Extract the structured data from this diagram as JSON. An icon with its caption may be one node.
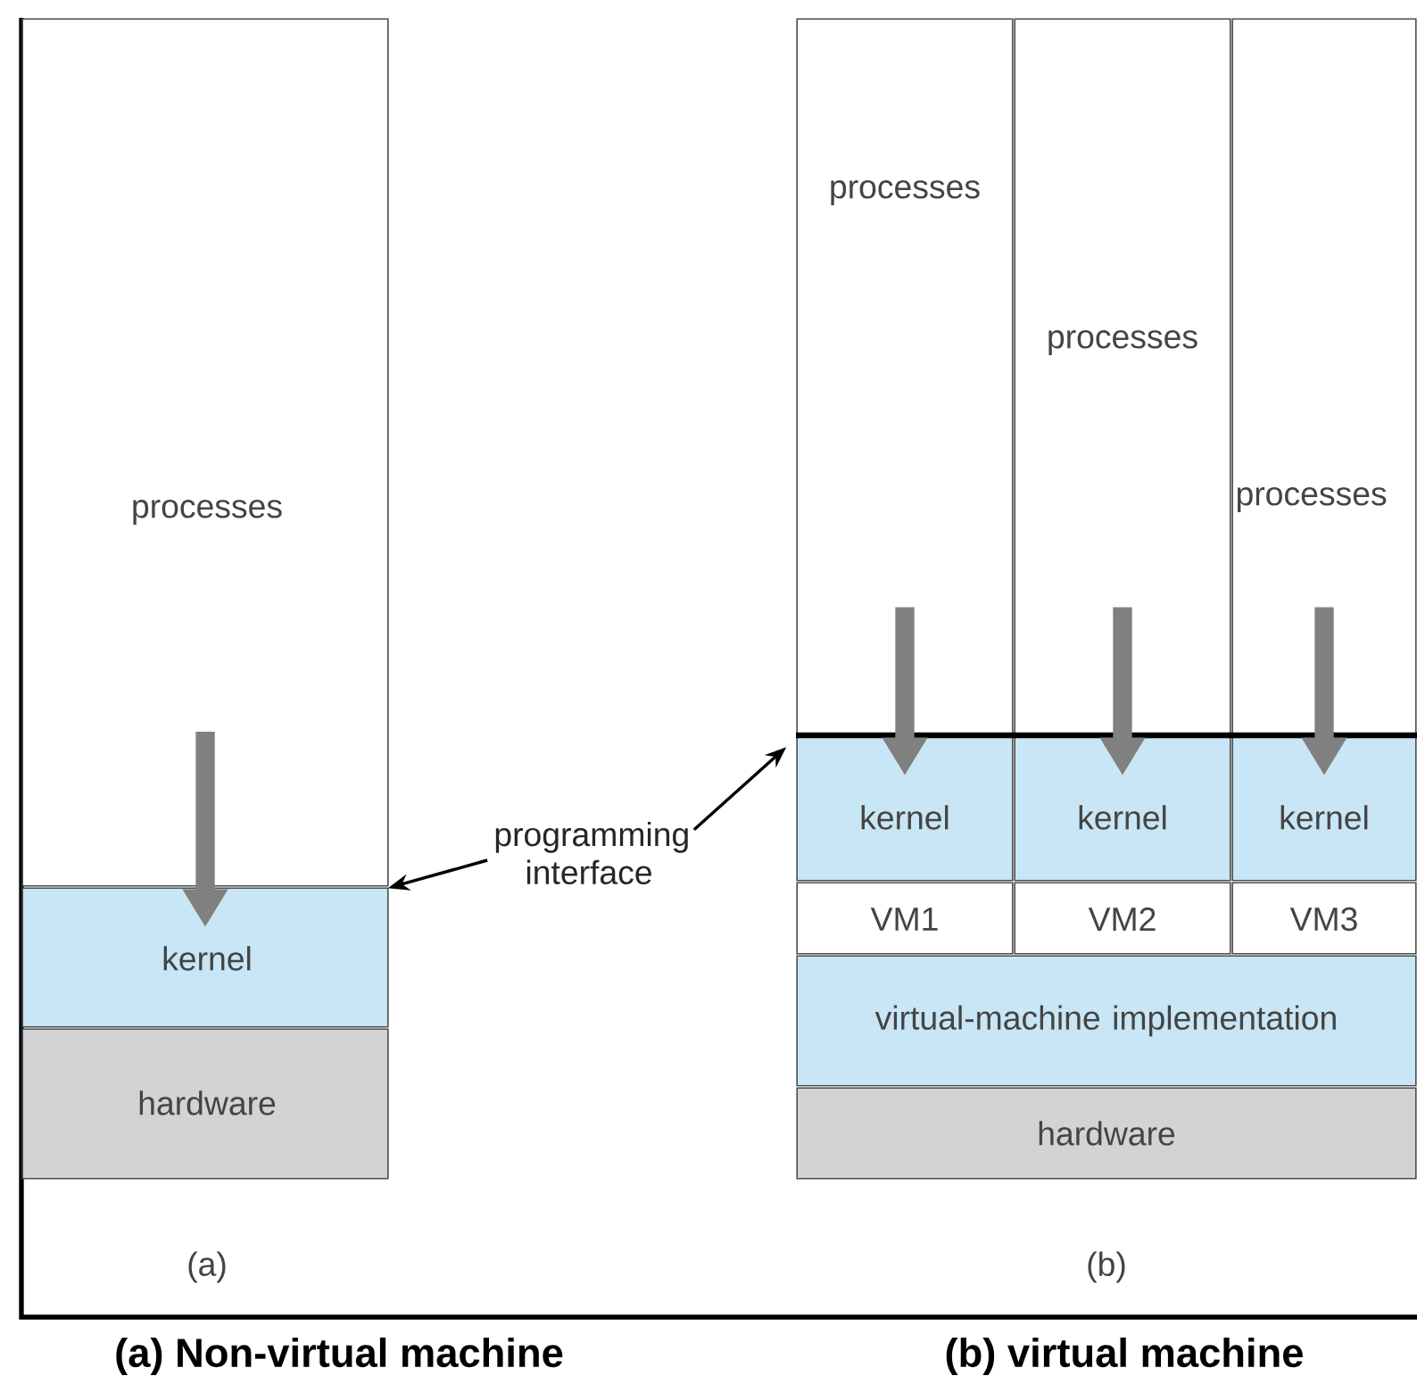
{
  "diagram": {
    "nodes": [
      {
        "text": [
          "processes"
        ]
      },
      {
        "text": [
          "kernel"
        ]
      },
      {
        "text": [
          "hardware"
        ]
      },
      {
        "text": [
          "programming interface"
        ]
      },
      {
        "text": [
          "processes"
        ]
      },
      {
        "text": [
          "processes"
        ]
      },
      {
        "text": [
          "processes"
        ]
      },
      {
        "text": [
          "kernel"
        ]
      },
      {
        "text": [
          "kernel"
        ]
      },
      {
        "text": [
          "kernel"
        ]
      },
      {
        "text": [
          "VM1"
        ]
      },
      {
        "text": [
          "VM2"
        ]
      },
      {
        "text": [
          "VM3"
        ]
      },
      {
        "text": [
          "virtual-machine implementation"
        ]
      },
      {
        "text": [
          "hardware"
        ]
      }
    ],
    "edges": [
      {
        "from": 0,
        "to": 1,
        "arrow": "to"
      },
      {
        "from": 4,
        "to": 7,
        "arrow": "to"
      },
      {
        "from": 5,
        "to": 8,
        "arrow": "to"
      },
      {
        "from": 6,
        "to": 9,
        "arrow": "to"
      },
      {
        "from": 3,
        "to": 1,
        "arrow": "to",
        "color": "#000000"
      },
      {
        "from": 3,
        "to": 7,
        "arrow": "to",
        "color": "#000000"
      }
    ],
    "labels": [
      "(a)",
      "(b)",
      "(a) Non-virtual machine",
      "(b) virtual machine"
    ]
  }
}
